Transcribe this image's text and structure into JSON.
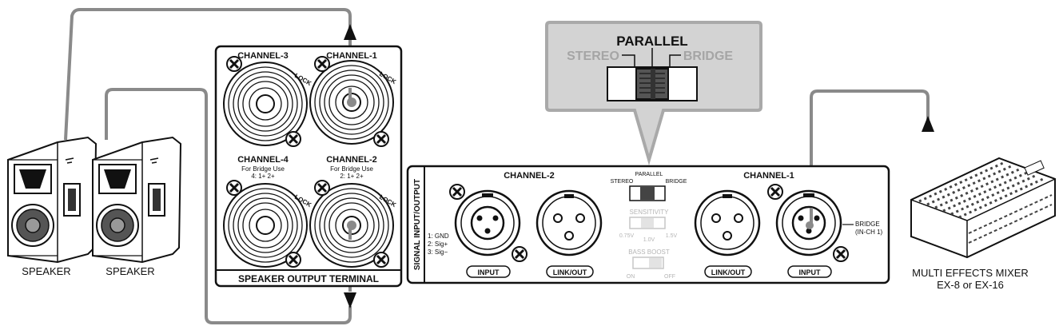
{
  "speakers": {
    "left_label": "SPEAKER",
    "right_label": "SPEAKER"
  },
  "speaker_panel": {
    "channels": [
      {
        "title": "CHANNEL-3",
        "sub1": "",
        "sub2": "",
        "lock": "LOCK"
      },
      {
        "title": "CHANNEL-1",
        "sub1": "",
        "sub2": "",
        "lock": "LOCK"
      },
      {
        "title": "CHANNEL-4",
        "sub1": "For Bridge Use",
        "sub2": "4: 1+ 2+",
        "lock": "LOCK"
      },
      {
        "title": "CHANNEL-2",
        "sub1": "For Bridge Use",
        "sub2": "2: 1+ 2+",
        "lock": "LOCK"
      }
    ],
    "footer": "SPEAKER OUTPUT TERMINAL"
  },
  "callout": {
    "title": "PARALLEL",
    "left": "STEREO",
    "right": "BRIDGE"
  },
  "signal_panel": {
    "side_label": "SIGNAL INPUT/OUTPUT",
    "channel2": "CHANNEL-2",
    "channel1": "CHANNEL-1",
    "pins": [
      "1: GND",
      "2: Sig+",
      "3: Sig−"
    ],
    "mode_switch": {
      "top": "PARALLEL",
      "left": "STEREO",
      "right": "BRIDGE"
    },
    "sensitivity": {
      "title": "SENSITIVITY",
      "low": "0.75V",
      "mid": "1.0V",
      "high": "1.5V"
    },
    "bass_boost": {
      "title": "BASS BOOST",
      "on": "ON",
      "off": "OFF"
    },
    "jack_labels": [
      "INPUT",
      "LINK/OUT",
      "LINK/OUT",
      "INPUT"
    ],
    "bridge_note_1": "BRIDGE",
    "bridge_note_2": "(IN-CH 1)"
  },
  "mixer": {
    "line1": "MULTI EFFECTS MIXER",
    "line2": "EX-8 or EX-16"
  }
}
